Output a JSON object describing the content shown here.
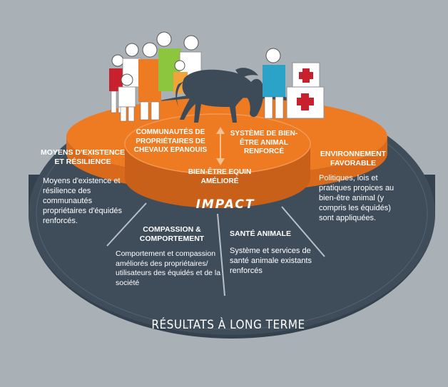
{
  "center": {
    "left_label": "COMMUNAUTÉS DE PROPRIÉTAIRES DE CHEVAUX EPANOUIS",
    "right_label": "SYSTÈME DE BIEN-ÊTRE ANIMAL RENFORCÉ",
    "bottom_label": "BIEN-ÊTRE EQUIN AMÉLIORÉ",
    "impact": "IMPACT"
  },
  "segments": {
    "livelihoods": {
      "title": "MOYENS D'EXISTENCE ET RÉSILIENCE",
      "body": "Moyens d'existence et résilience des communautés propriétaires d'équidés renforcés."
    },
    "compassion": {
      "title": "COMPASSION & COMPORTEMENT",
      "body": "Comportement et compassion améliorés des propriétaires/ utilisateurs des équidés et de la société"
    },
    "health": {
      "title": "SANTÉ ANIMALE",
      "body": "Système et services de santé animale existants renforcés"
    },
    "environment": {
      "title": "ENVIRONNEMENT FAVORABLE",
      "body": "Politiques, lois et pratiques propices au bien-être animal (y compris les équidés) sont appliquées."
    }
  },
  "footer": "RÉSULTATS À LONG TERME",
  "colors": {
    "background": "#a9b0b6",
    "disc": "#3f4d5b",
    "orange": "#ee7a22",
    "orange_dark": "#c9601a",
    "horse": "#3d4a57"
  },
  "icons": [
    "people-group-icon",
    "horse-icon",
    "vet-person-icon",
    "medical-kit-icon"
  ]
}
